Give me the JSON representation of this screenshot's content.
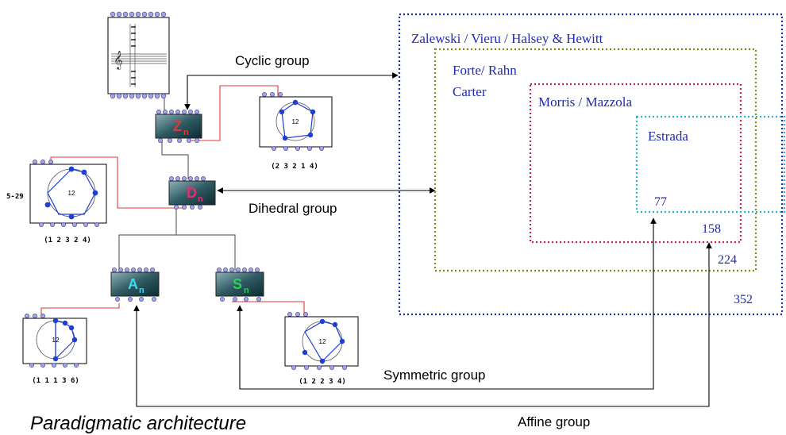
{
  "sets": {
    "outer": {
      "names": "Zalewski / Vieru / Halsey & Hewitt",
      "count": "352",
      "color": "#1f2bb0"
    },
    "second": {
      "names_line1": "Forte/ Rahn",
      "names_line2": "Carter",
      "count": "224",
      "color": "#7f8a1a"
    },
    "third": {
      "names": "Morris / Mazzola",
      "count": "158",
      "color": "#c0244c"
    },
    "inner": {
      "names": "Estrada",
      "count": "77",
      "color": "#21b8d8"
    }
  },
  "groups": {
    "cyclic": "Cyclic group",
    "dihedral": "Dihedral group",
    "symmetric": "Symmetric group",
    "affine": "Affine group"
  },
  "operators": {
    "zn": {
      "letter": "Z",
      "sub": "n",
      "color": "#d93a3a"
    },
    "dn": {
      "letter": "D",
      "sub": "n",
      "color": "#e0306e"
    },
    "an": {
      "letter": "A",
      "sub": "n",
      "color": "#3fd8f0"
    },
    "sn": {
      "letter": "S",
      "sub": "n",
      "color": "#2ed05a"
    }
  },
  "circles": {
    "cyclic": {
      "label": "(2 3 2 1 4)",
      "center": "12"
    },
    "dihedral": {
      "label": "(1 2 3 2 4)",
      "center": "12",
      "side": "5-29"
    },
    "affine": {
      "label": "(1 1 1 3 6)",
      "center": "12"
    },
    "symmetric": {
      "label": "(1 2 2 3 4)",
      "center": "12"
    }
  },
  "caption": "Paradigmatic architecture"
}
